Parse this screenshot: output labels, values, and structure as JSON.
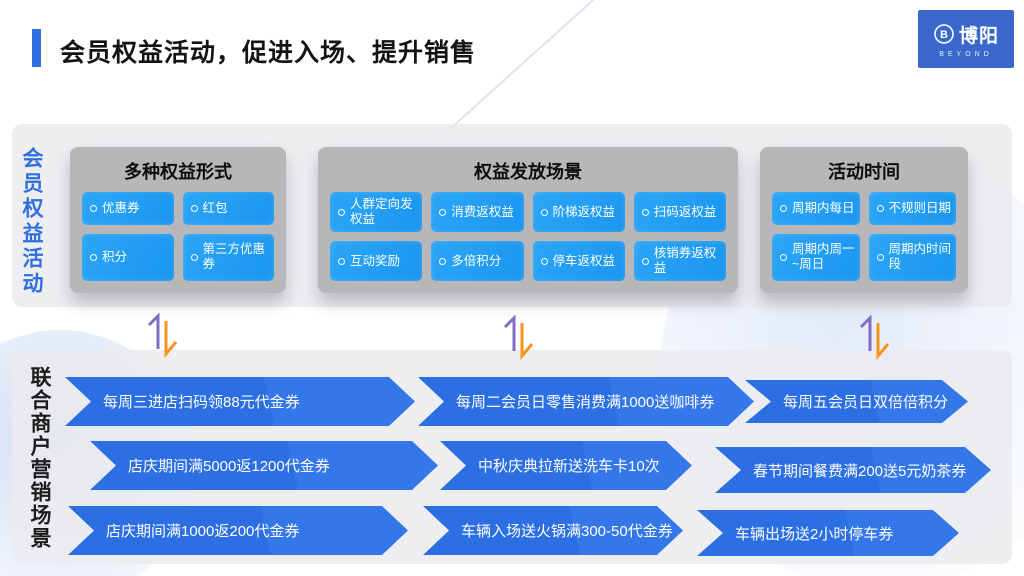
{
  "header": {
    "title": "会员权益活动，促进入场、提升销售",
    "logo": {
      "name": "博阳",
      "subtitle": "BEYOND"
    }
  },
  "benefits_panel": {
    "side_label": "会员权益活动",
    "boxes": [
      {
        "title": "多种权益形式",
        "chips": [
          "优惠券",
          "红包",
          "积分",
          "第三方优惠券"
        ]
      },
      {
        "title": "权益发放场景",
        "chips": [
          "人群定向发权益",
          "消费返权益",
          "阶梯返权益",
          "扫码返权益",
          "互动奖励",
          "多倍积分",
          "停车返权益",
          "核销券返权益"
        ]
      },
      {
        "title": "活动时间",
        "chips": [
          "周期内每日",
          "不规则日期",
          "周期内周一~周日",
          "周期内时间段"
        ]
      }
    ]
  },
  "scenarios_panel": {
    "side_label": "联合商户营销场景",
    "rows": [
      [
        "每周三进店扫码领88元代金券",
        "每周二会员日零售消费满1000送咖啡券",
        "每周五会员日双倍倍积分"
      ],
      [
        "店庆期间满5000返1200代金券",
        "中秋庆典拉新送洗车卡10次",
        "春节期间餐费满200送5元奶茶券"
      ],
      [
        "店庆期间满1000返200代金券",
        "车辆入场送火锅满300-50代金券",
        "车辆出场送2小时停车券"
      ]
    ]
  },
  "colors": {
    "accent_blue": "#2F6FE0",
    "chip_blue": "#1E9BF0",
    "banner_blue": "#2B6FE3",
    "logo_bg": "#3A67CB",
    "panel_gray": "#EBEBEF",
    "box_gray": "#B7B7BA",
    "arrow_purple": "#7F6FC5",
    "arrow_orange": "#F7941D"
  }
}
